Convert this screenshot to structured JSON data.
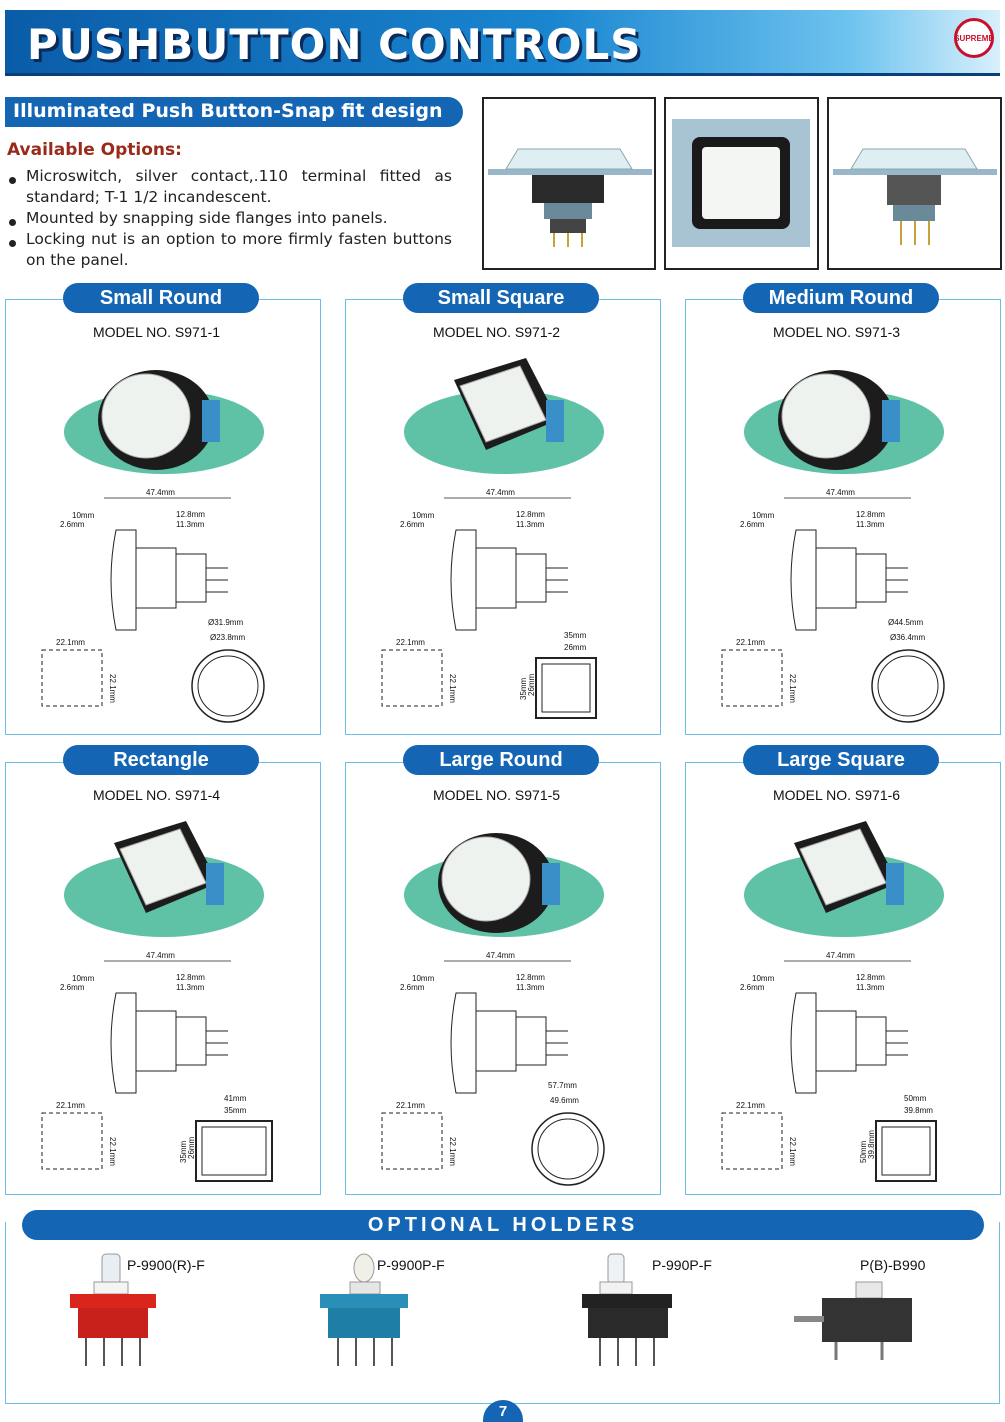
{
  "header": {
    "title": "PUSHBUTTON CONTROLS",
    "logo_text": "SUPREME"
  },
  "subtitle": "Illuminated Push Button-Snap fit design",
  "options": {
    "title": "Available Options:",
    "items": [
      "Microswitch, silver contact,.110 terminal fitted as standard; T-1 1/2 incandescent.",
      "Mounted by snapping side flanges into panels.",
      "Locking nut is an option to more firmly fasten buttons on the panel."
    ]
  },
  "products": [
    {
      "name": "Small Round",
      "model": "MODEL NO. S971-1",
      "shape": "round",
      "dims": {
        "length": "47.4mm",
        "d1": "10mm",
        "d2": "2.6mm",
        "d3": "12.8mm",
        "d4": "11.3mm",
        "cut_w": "22.1mm",
        "cut_h": "22.1mm",
        "outer": "Ø31.9mm",
        "inner": "Ø23.8mm"
      }
    },
    {
      "name": "Small Square",
      "model": "MODEL NO. S971-2",
      "shape": "square",
      "dims": {
        "length": "47.4mm",
        "d1": "10mm",
        "d2": "2.6mm",
        "d3": "12.8mm",
        "d4": "11.3mm",
        "cut_w": "22.1mm",
        "cut_h": "22.1mm",
        "outer": "35mm",
        "inner": "26mm",
        "outer_v": "35mm",
        "inner_v": "26mm"
      }
    },
    {
      "name": "Medium Round",
      "model": "MODEL NO. S971-3",
      "shape": "round",
      "dims": {
        "length": "47.4mm",
        "d1": "10mm",
        "d2": "2.6mm",
        "d3": "12.8mm",
        "d4": "11.3mm",
        "cut_w": "22.1mm",
        "cut_h": "22.1mm",
        "outer": "Ø44.5mm",
        "inner": "Ø36.4mm"
      }
    },
    {
      "name": "Rectangle",
      "model": "MODEL NO. S971-4",
      "shape": "rect",
      "dims": {
        "length": "47.4mm",
        "d1": "10mm",
        "d2": "2.6mm",
        "d3": "12.8mm",
        "d4": "11.3mm",
        "cut_w": "22.1mm",
        "cut_h": "22.1mm",
        "outer": "41mm",
        "inner": "35mm",
        "outer_v": "35mm",
        "inner_v": "26mm"
      }
    },
    {
      "name": "Large Round",
      "model": "MODEL NO. S971-5",
      "shape": "round",
      "dims": {
        "length": "47.4mm",
        "d1": "10mm",
        "d2": "2.6mm",
        "d3": "12.8mm",
        "d4": "11.3mm",
        "cut_w": "22.1mm",
        "cut_h": "22.1mm",
        "outer": "57.7mm",
        "inner": "49.6mm"
      }
    },
    {
      "name": "Large Square",
      "model": "MODEL NO. S971-6",
      "shape": "square",
      "dims": {
        "length": "47.4mm",
        "d1": "10mm",
        "d2": "2.6mm",
        "d3": "12.8mm",
        "d4": "11.3mm",
        "cut_w": "22.1mm",
        "cut_h": "22.1mm",
        "outer": "50mm",
        "inner": "39.8mm",
        "outer_v": "50mm",
        "inner_v": "39.8mm"
      }
    }
  ],
  "holders": {
    "title": "OPTIONAL   HOLDERS",
    "items": [
      {
        "label": "P-9900(R)-F",
        "color": "#d9261c"
      },
      {
        "label": "P-9900P-F",
        "color": "#2a8fb8"
      },
      {
        "label": "P-990P-F",
        "color": "#222222"
      },
      {
        "label": "P(B)-B990",
        "color": "#333333"
      }
    ]
  },
  "page_number": "7",
  "colors": {
    "brand_blue": "#1466b5",
    "panel_border": "#6bbfe6",
    "ellipse": "#5fc2a6",
    "options_title": "#9a2a1a"
  }
}
